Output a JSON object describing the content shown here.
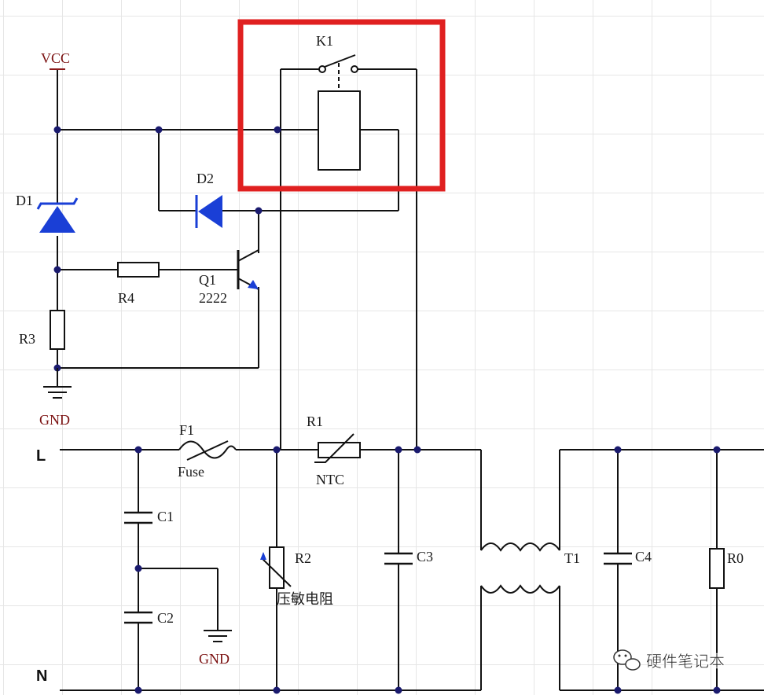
{
  "labels": {
    "vcc": "VCC",
    "gnd_top": "GND",
    "gnd_mid": "GND",
    "d1": "D1",
    "d2": "D2",
    "k1": "K1",
    "r4": "R4",
    "q1": "Q1",
    "q1_part": "2222",
    "r3": "R3",
    "f1": "F1",
    "fuse": "Fuse",
    "r1": "R1",
    "ntc": "NTC",
    "c1": "C1",
    "c2": "C2",
    "r2": "R2",
    "varistor": "压敏电阻",
    "c3": "C3",
    "t1": "T1",
    "c4": "C4",
    "r0": "R0",
    "line_l": "L",
    "line_n": "N"
  },
  "watermark": {
    "text": "硬件笔记本",
    "icon": "wechat-icon"
  },
  "colors": {
    "highlight": "#e02020",
    "diode": "#1a3fd6",
    "wire": "#111111"
  }
}
